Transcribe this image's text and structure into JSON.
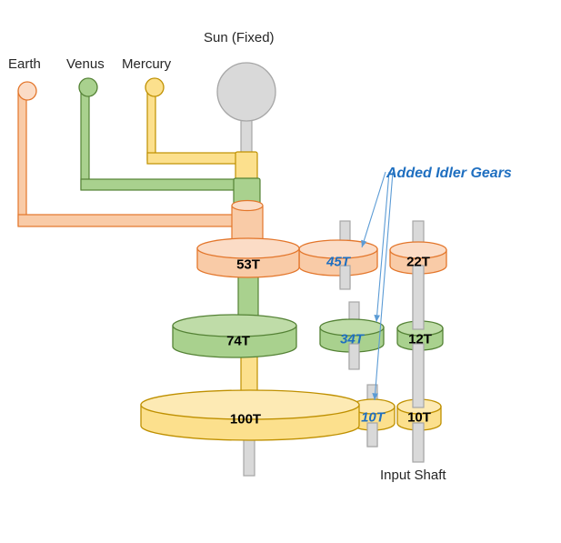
{
  "diagram": {
    "title": "Orrery gear train with added idler gears",
    "colors": {
      "orange_fill": "#F9CBA7",
      "orange_stroke": "#E3762B",
      "green_fill": "#A9D18E",
      "green_stroke": "#548235",
      "yellow_fill": "#FCE08D",
      "yellow_stroke": "#BF9000",
      "gray_fill": "#D9D9D9",
      "gray_stroke": "#A6A6A6",
      "accent_blue": "#1F6FC0",
      "text": "#262626"
    }
  },
  "bodies": {
    "sun": {
      "label": "Sun (Fixed)",
      "color": "#D9D9D9"
    },
    "planets": [
      {
        "name": "earth",
        "label": "Earth",
        "color": "#F9CBA7"
      },
      {
        "name": "venus",
        "label": "Venus",
        "color": "#A9D18E"
      },
      {
        "name": "mercury",
        "label": "Mercury",
        "color": "#FCE08D"
      }
    ]
  },
  "annotations": {
    "idler_note": "Added Idler Gears",
    "input_shaft": "Input Shaft"
  },
  "gear_rows": [
    {
      "name": "orange-row",
      "color": "orange",
      "gears": [
        {
          "name": "gear-53t",
          "label": "53T",
          "teeth": 53,
          "role": "driven",
          "idler": false
        },
        {
          "name": "gear-45t",
          "label": "45T",
          "teeth": 45,
          "role": "idler",
          "idler": true
        },
        {
          "name": "gear-22t",
          "label": "22T",
          "teeth": 22,
          "role": "driver",
          "idler": false
        }
      ]
    },
    {
      "name": "green-row",
      "color": "green",
      "gears": [
        {
          "name": "gear-74t",
          "label": "74T",
          "teeth": 74,
          "role": "driven",
          "idler": false
        },
        {
          "name": "gear-34t",
          "label": "34T",
          "teeth": 34,
          "role": "idler",
          "idler": true
        },
        {
          "name": "gear-12t",
          "label": "12T",
          "teeth": 12,
          "role": "driver",
          "idler": false
        }
      ]
    },
    {
      "name": "yellow-row",
      "color": "yellow",
      "gears": [
        {
          "name": "gear-100t",
          "label": "100T",
          "teeth": 100,
          "role": "driven",
          "idler": false
        },
        {
          "name": "gear-10t-idler",
          "label": "10T",
          "teeth": 10,
          "role": "idler",
          "idler": true
        },
        {
          "name": "gear-10t-driver",
          "label": "10T",
          "teeth": 10,
          "role": "driver",
          "idler": false
        }
      ]
    }
  ]
}
